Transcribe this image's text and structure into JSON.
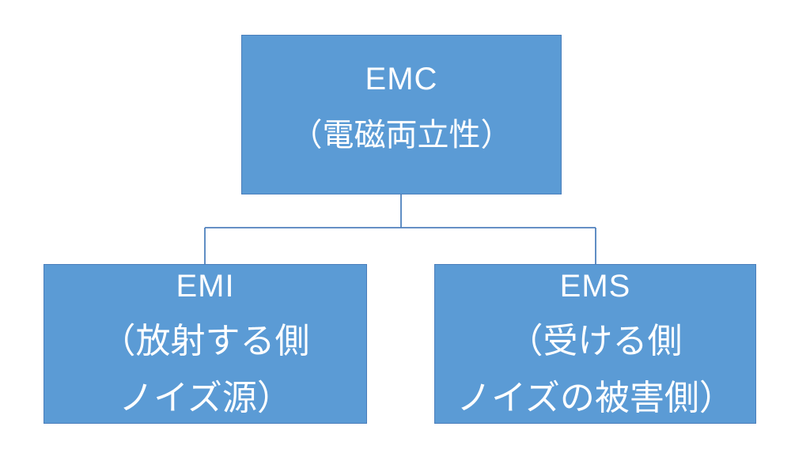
{
  "colors": {
    "node_fill": "#5B9BD5",
    "node_border": "#4A7EBB",
    "connector_color": "#4F81BD",
    "text_color": "#FFFFFF",
    "background": "#FFFFFF"
  },
  "nodes": {
    "emc": {
      "acronym": "EMC",
      "description": "（電磁両立性）"
    },
    "emi": {
      "acronym": "EMI",
      "description_line1": "（放射する側",
      "description_line2": "ノイズ源）"
    },
    "ems": {
      "acronym": "EMS",
      "description_line1": "（受ける側",
      "description_line2": "ノイズの被害側）"
    }
  },
  "connections": [
    {
      "from": "EMC",
      "to": "EMI"
    },
    {
      "from": "EMC",
      "to": "EMS"
    }
  ]
}
